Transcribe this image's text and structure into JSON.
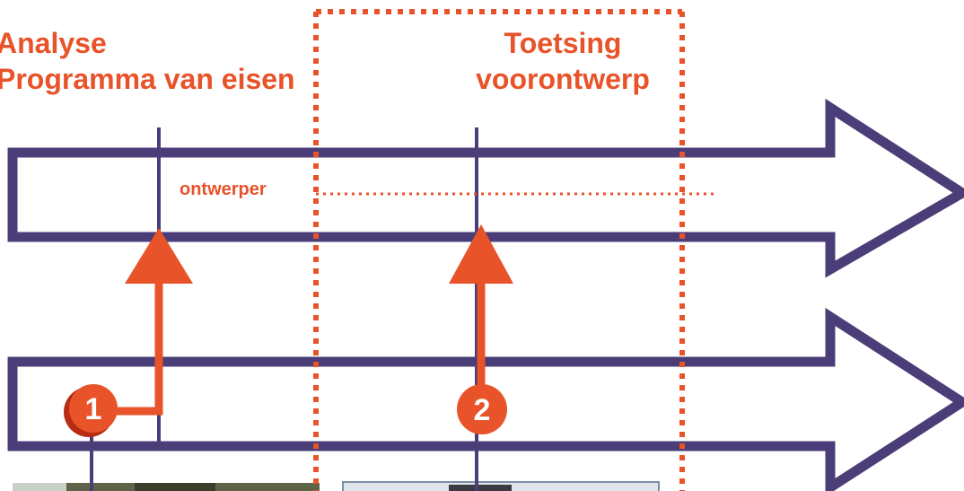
{
  "labels": {
    "analyse_line1": "Analyse",
    "analyse_line2": "Programma van eisen",
    "toetsing_line1": "Toetsing",
    "toetsing_line2": "voorontwerp",
    "ontwerper": "ontwerper"
  },
  "badges": {
    "step1": "1",
    "step2": "2"
  },
  "colors": {
    "accent": "#e8532a",
    "arrow_outline": "#4a3d78",
    "dotted": "#e8532a",
    "badge_shadow": "#b82c14",
    "text_white": "#ffffff"
  }
}
